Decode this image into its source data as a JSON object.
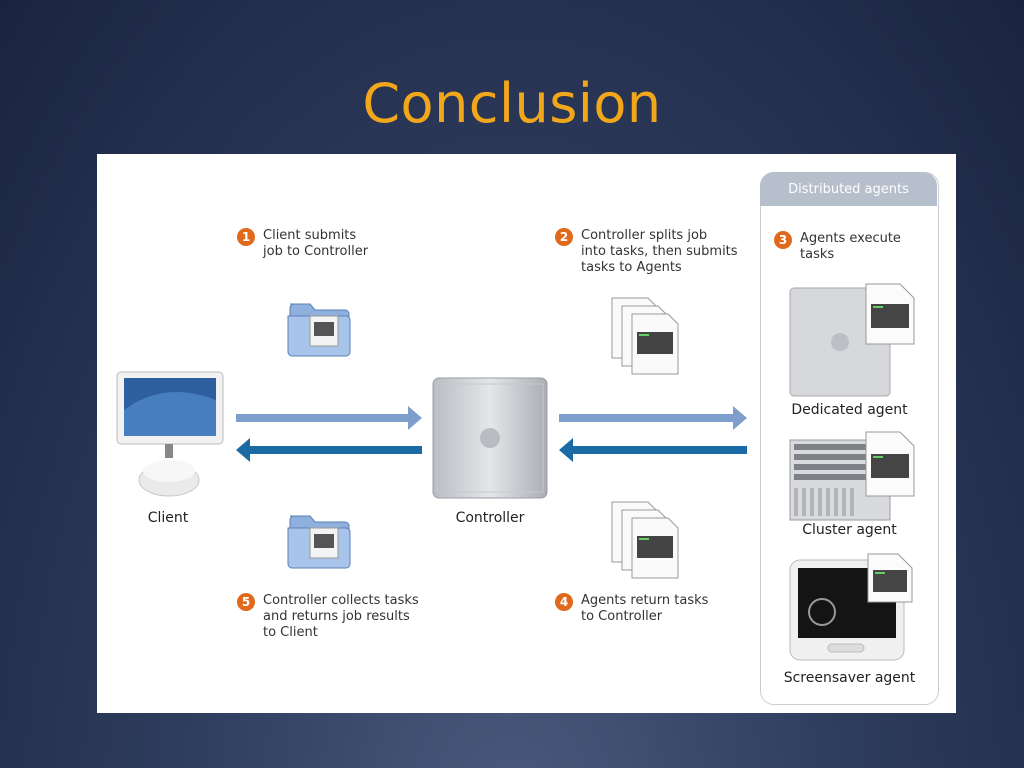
{
  "title": "Conclusion",
  "diagram": {
    "distributed_header": "Distributed agents",
    "steps": [
      {
        "num": "1",
        "text": "Client submits\njob to Controller"
      },
      {
        "num": "2",
        "text": "Controller splits job\ninto tasks, then submits\ntasks to Agents"
      },
      {
        "num": "3",
        "text": "Agents execute\ntasks"
      },
      {
        "num": "4",
        "text": "Agents return tasks\nto Controller"
      },
      {
        "num": "5",
        "text": "Controller collects tasks\nand returns job results\nto Client"
      }
    ],
    "nodes": {
      "client": "Client",
      "controller": "Controller",
      "dedicated": "Dedicated agent",
      "cluster": "Cluster agent",
      "screensaver": "Screensaver agent"
    },
    "colors": {
      "title": "#f2a71b",
      "step_badge": "#e06a1c",
      "arrow_light": "#7e9fcb",
      "arrow_dark": "#1c6aa5",
      "agents_header": "#b6c0cc"
    }
  }
}
